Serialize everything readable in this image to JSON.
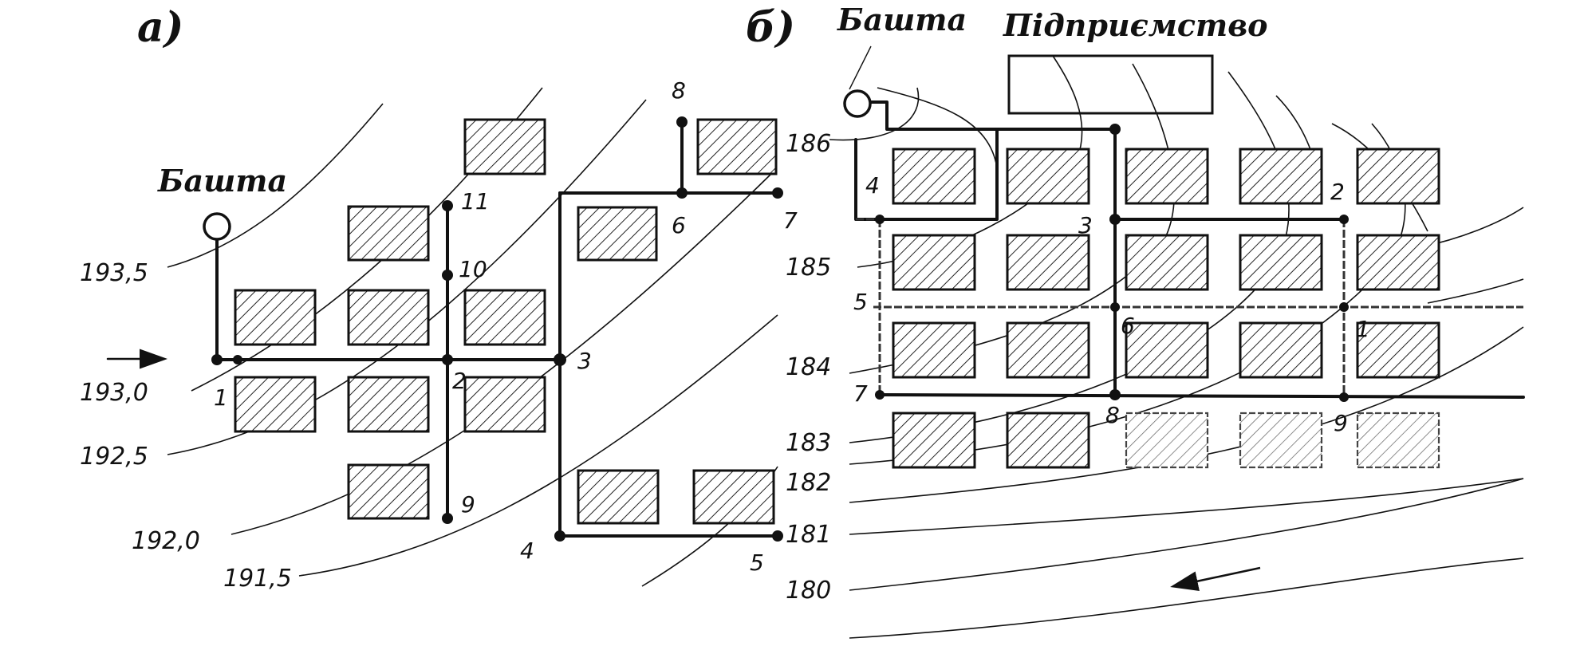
{
  "panel_a": {
    "label": "а)",
    "tower_label": "Башта",
    "contours": [
      "193,5",
      "193,0",
      "192,5",
      "192,0",
      "191,5"
    ],
    "nodes": [
      "1",
      "2",
      "3",
      "4",
      "5",
      "6",
      "7",
      "8",
      "9",
      "10",
      "11"
    ]
  },
  "panel_b": {
    "label": "б)",
    "tower_label": "Башта",
    "enterprise_label": "Підприємство",
    "contours": [
      "186",
      "185",
      "184",
      "183",
      "182",
      "181",
      "180"
    ],
    "nodes": [
      "1",
      "2",
      "3",
      "4",
      "5",
      "6",
      "7",
      "8",
      "9"
    ]
  }
}
